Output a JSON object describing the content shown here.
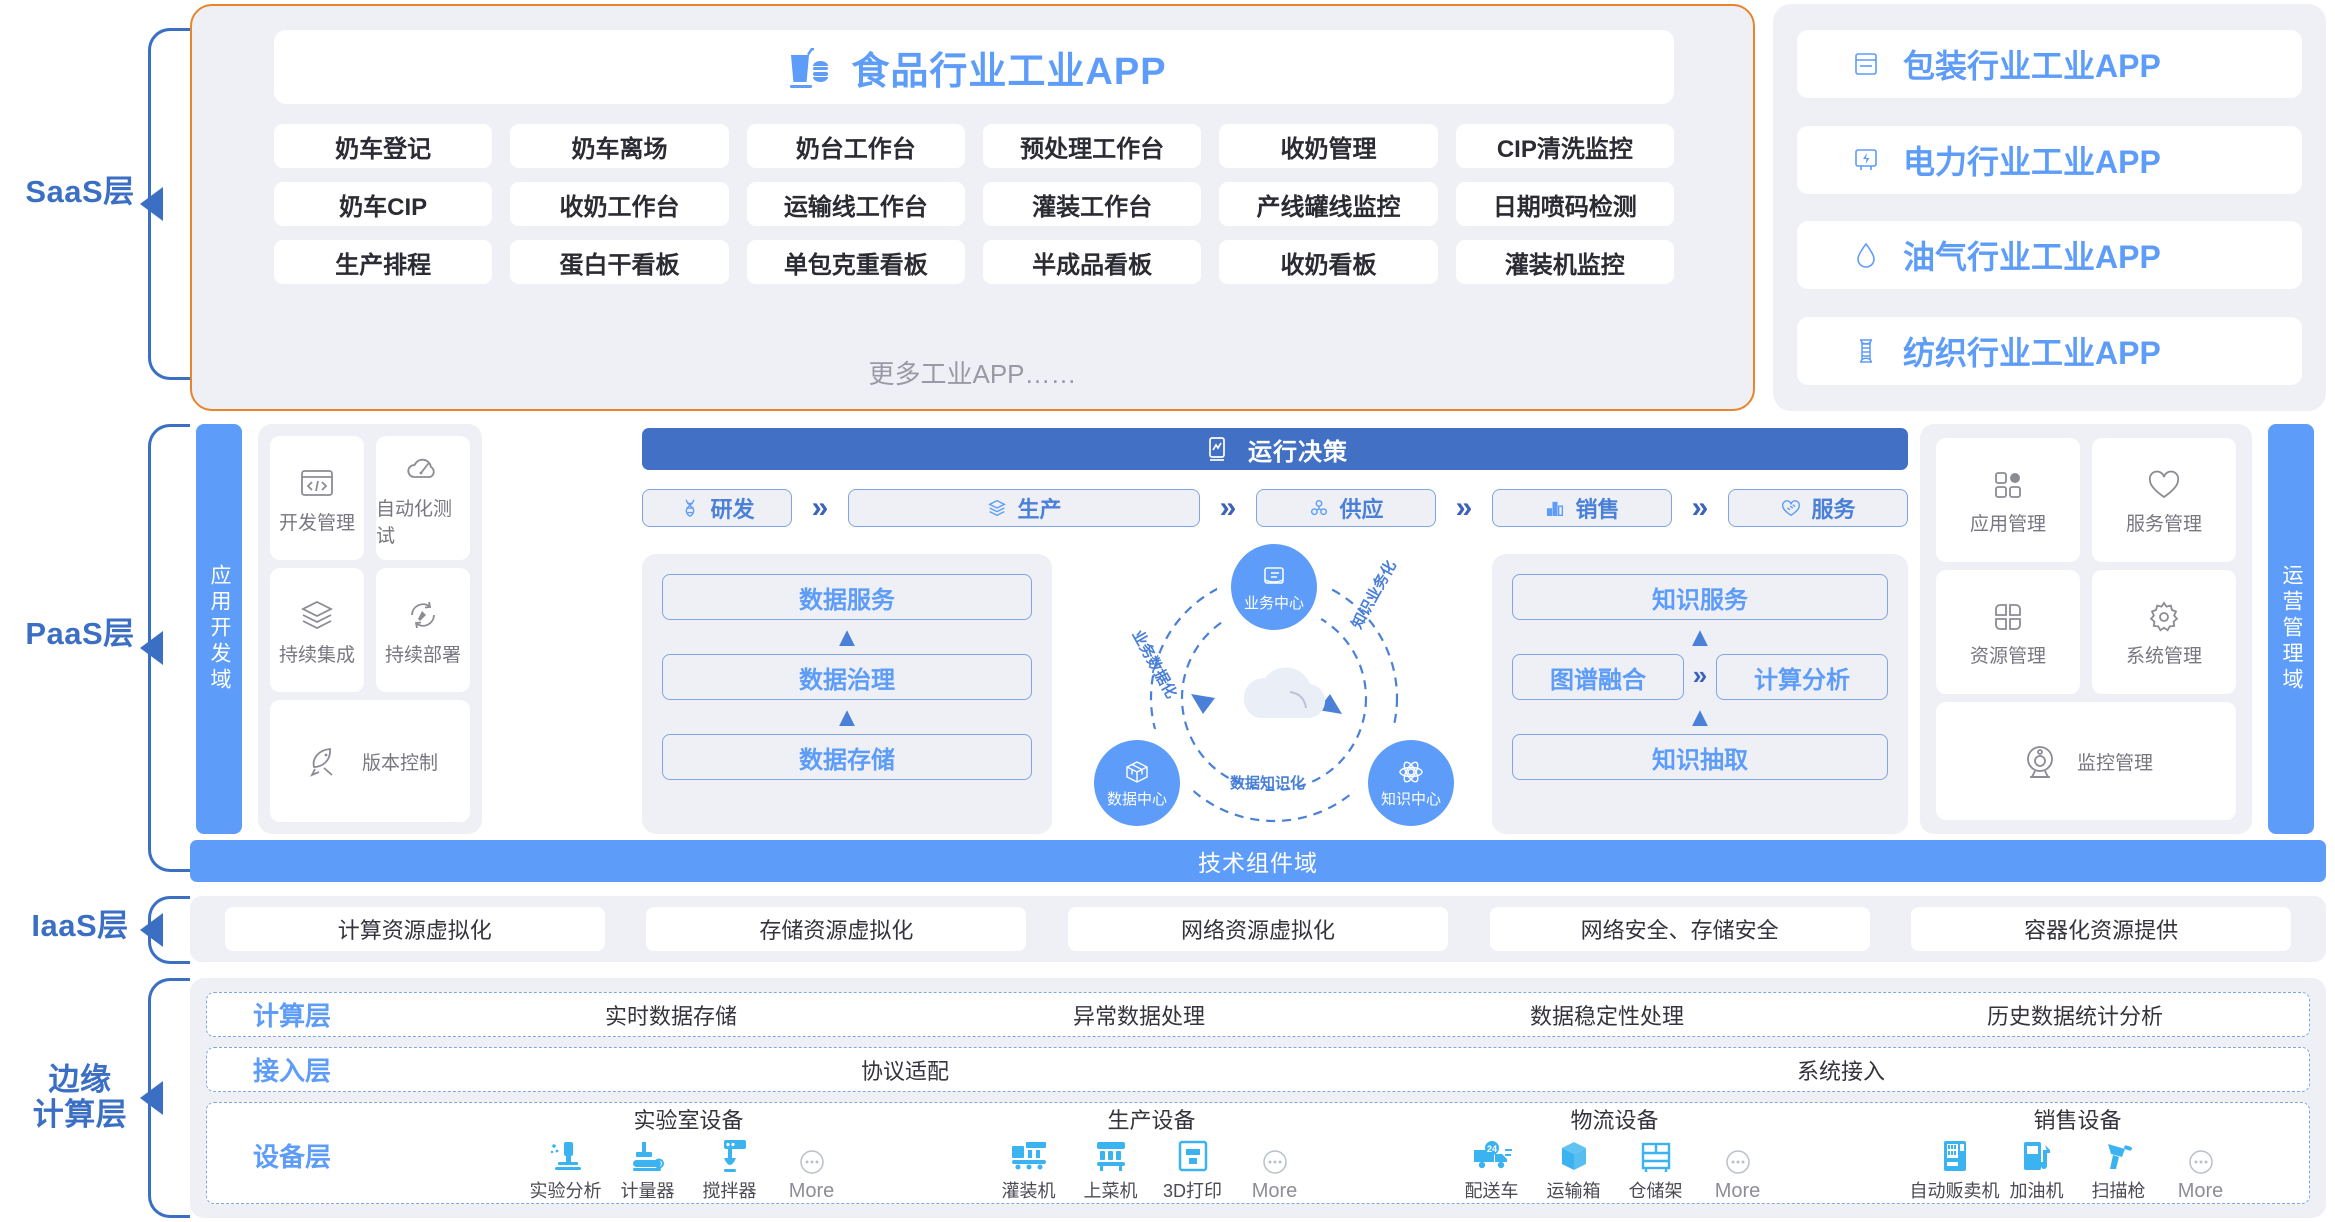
{
  "layers": [
    {
      "id": "saas",
      "label": "SaaS层"
    },
    {
      "id": "paas",
      "label": "PaaS层"
    },
    {
      "id": "iaas",
      "label": "IaaS层"
    },
    {
      "id": "edge",
      "label": "边缘\n计算层",
      "line1": "边缘",
      "line2": "计算层"
    }
  ],
  "saas": {
    "title": "食品行业工业APP",
    "title_icon": "drink-burger-icon",
    "apps": [
      "奶车登记",
      "奶车离场",
      "奶台工作台",
      "预处理工作台",
      "收奶管理",
      "CIP清洗监控",
      "奶车CIP",
      "收奶工作台",
      "运输线工作台",
      "灌装工作台",
      "产线罐线监控",
      "日期喷码检测",
      "生产排程",
      "蛋白干看板",
      "单包克重看板",
      "半成品看板",
      "收奶看板",
      "灌装机监控"
    ],
    "more_label": "更多工业APP……",
    "industries": [
      {
        "label": "包装行业工业APP",
        "icon": "package-box-icon"
      },
      {
        "label": "电力行业工业APP",
        "icon": "power-bolt-icon"
      },
      {
        "label": "油气行业工业APP",
        "icon": "oil-drop-icon"
      },
      {
        "label": "纺织行业工业APP",
        "icon": "textile-spool-icon"
      }
    ]
  },
  "paas": {
    "left_domain": "应用开发域",
    "right_domain": "运营管理域",
    "dev_tiles": [
      {
        "label": "开发管理",
        "icon": "code-window-icon"
      },
      {
        "label": "自动化测试",
        "icon": "cloud-gauge-icon"
      },
      {
        "label": "持续集成",
        "icon": "layers-icon"
      },
      {
        "label": "持续部署",
        "icon": "deploy-refresh-icon"
      },
      {
        "label": "版本控制",
        "icon": "rocket-icon"
      }
    ],
    "ops_tiles": [
      {
        "label": "应用管理",
        "icon": "app-squares-icon"
      },
      {
        "label": "服务管理",
        "icon": "heart-icon"
      },
      {
        "label": "资源管理",
        "icon": "grid-four-icon"
      },
      {
        "label": "系统管理",
        "icon": "gear-icon"
      },
      {
        "label": "监控管理",
        "icon": "camera-monitor-icon"
      }
    ],
    "run_decision": {
      "label": "运行决策",
      "icon": "chart-device-icon"
    },
    "chain": [
      {
        "label": "研发",
        "icon": "dna-icon"
      },
      {
        "label": "生产",
        "icon": "layers-icon"
      },
      {
        "label": "供应",
        "icon": "supply-icon"
      },
      {
        "label": "销售",
        "icon": "bar-chart-icon"
      },
      {
        "label": "服务",
        "icon": "handshake-icon"
      }
    ],
    "chain_separator": "»",
    "data_stack": [
      "数据服务",
      "数据治理",
      "数据存储"
    ],
    "knowledge_top": "知识服务",
    "knowledge_mid": [
      "图谱融合",
      "计算分析"
    ],
    "knowledge_bottom": "知识抽取",
    "hub_nodes": [
      {
        "label": "业务中心",
        "icon": "business-book-icon"
      },
      {
        "label": "数据中心",
        "icon": "data-cube-icon"
      },
      {
        "label": "知识中心",
        "icon": "atom-icon"
      }
    ],
    "hub_cycle_labels": [
      "业务数据化",
      "数据知识化",
      "知识业务化"
    ],
    "tech_bar": "技术组件域"
  },
  "iaas": {
    "items": [
      "计算资源虚拟化",
      "存储资源虚拟化",
      "网络资源虚拟化",
      "网络安全、存储安全",
      "容器化资源提供"
    ]
  },
  "edge": {
    "compute_row": {
      "title": "计算层",
      "cells": [
        "实时数据存储",
        "异常数据处理",
        "数据稳定性处理",
        "历史数据统计分析"
      ]
    },
    "access_row": {
      "title": "接入层",
      "cells": [
        "协议适配",
        "系统接入"
      ]
    },
    "device_row": {
      "title": "设备层",
      "groups": [
        {
          "title": "实验室设备",
          "items": [
            {
              "label": "实验分析",
              "icon": "microscope-icon"
            },
            {
              "label": "计量器",
              "icon": "measuring-device-icon"
            },
            {
              "label": "搅拌器",
              "icon": "mixer-icon"
            },
            {
              "label": "More",
              "icon": "more-dots-icon"
            }
          ]
        },
        {
          "title": "生产设备",
          "items": [
            {
              "label": "灌装机",
              "icon": "filling-machine-icon"
            },
            {
              "label": "上菜机",
              "icon": "serving-machine-icon"
            },
            {
              "label": "3D打印",
              "icon": "3d-printer-icon"
            },
            {
              "label": "More",
              "icon": "more-dots-icon"
            }
          ]
        },
        {
          "title": "物流设备",
          "items": [
            {
              "label": "配送车",
              "icon": "delivery-truck-icon"
            },
            {
              "label": "运输箱",
              "icon": "shipping-box-icon"
            },
            {
              "label": "仓储架",
              "icon": "storage-rack-icon"
            },
            {
              "label": "More",
              "icon": "more-dots-icon"
            }
          ]
        },
        {
          "title": "销售设备",
          "items": [
            {
              "label": "自动贩卖机",
              "icon": "vending-machine-icon"
            },
            {
              "label": "加油机",
              "icon": "fuel-pump-icon"
            },
            {
              "label": "扫描枪",
              "icon": "barcode-scanner-icon"
            },
            {
              "label": "More",
              "icon": "more-dots-icon"
            }
          ]
        }
      ]
    }
  },
  "colors": {
    "accent_blue": "#5d9cf8",
    "deep_blue": "#4170c4",
    "label_blue": "#3b6fc4",
    "saas_border_orange": "#e8842a",
    "panel_grey": "#eef0f5",
    "text_dark": "#2b2b33",
    "muted": "#9a9aa6"
  }
}
